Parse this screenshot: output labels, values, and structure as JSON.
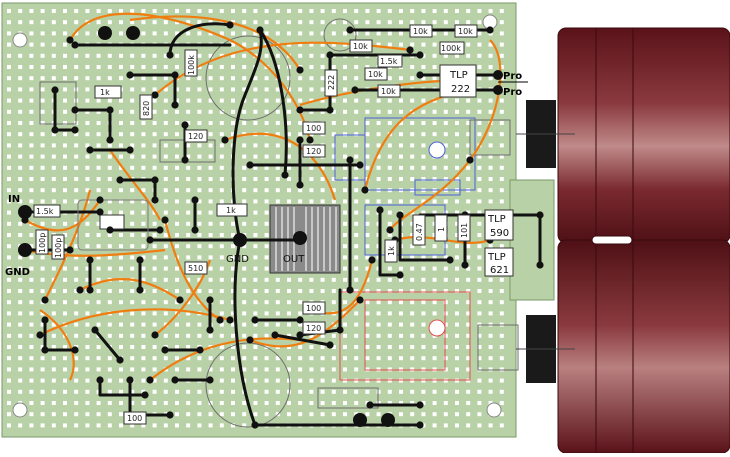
{
  "board": {
    "colors": {
      "board": "#b9d1a6",
      "hole": "#ffffff",
      "wire": "#111111",
      "jumper": "#f07d10",
      "capacitor": "#6b1d22",
      "blue_outline": "#4a62d8",
      "red_outline": "#e05050"
    }
  },
  "labels": {
    "in": "IN",
    "gnd_left": "GND",
    "gnd_center": "GND",
    "out": "OUT",
    "pro_top": "Pro",
    "pro_bottom": "Pro"
  },
  "components": {
    "r_1k_left": "1k",
    "r_1k_mid": "1k",
    "r_1_5k_in": "1.5k",
    "r_100p": "100p",
    "r_100p_b": "100p",
    "r_100k_top": "100k",
    "r_10k_a": "10k",
    "r_10k_b": "10k",
    "r_10k_c": "10k",
    "r_10k_d": "10k",
    "r_10k_e": "10k",
    "r_1_5k_top": "1.5k",
    "r_100k_right": "100k",
    "r_222": "222",
    "r_100_a": "100",
    "r_100_b": "100",
    "r_100_c": "100",
    "r_120_a": "120",
    "r_120_b": "120",
    "r_120_c": "120",
    "r_820": "820",
    "r_510": "510",
    "r_0_47": "0.47",
    "r_101": "101",
    "r_1": "1",
    "r_1k_right": "1k",
    "tlp_222_label": "TLP",
    "tlp_222_num": "222",
    "tlp_590_label": "TLP",
    "tlp_590_num": "590",
    "tlp_621_label": "TLP",
    "tlp_621_num": "621"
  }
}
